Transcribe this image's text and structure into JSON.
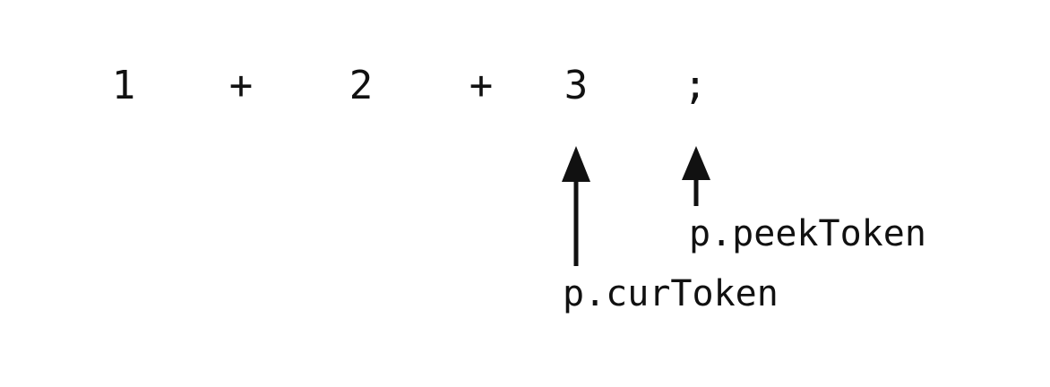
{
  "tokens": [
    "1",
    "+",
    "2",
    "+",
    "3",
    ";"
  ],
  "pointers": {
    "cur": {
      "label": "p.curToken"
    },
    "peek": {
      "label": "p.peekToken"
    }
  },
  "colors": {
    "ink": "#111111",
    "background": "#ffffff"
  }
}
